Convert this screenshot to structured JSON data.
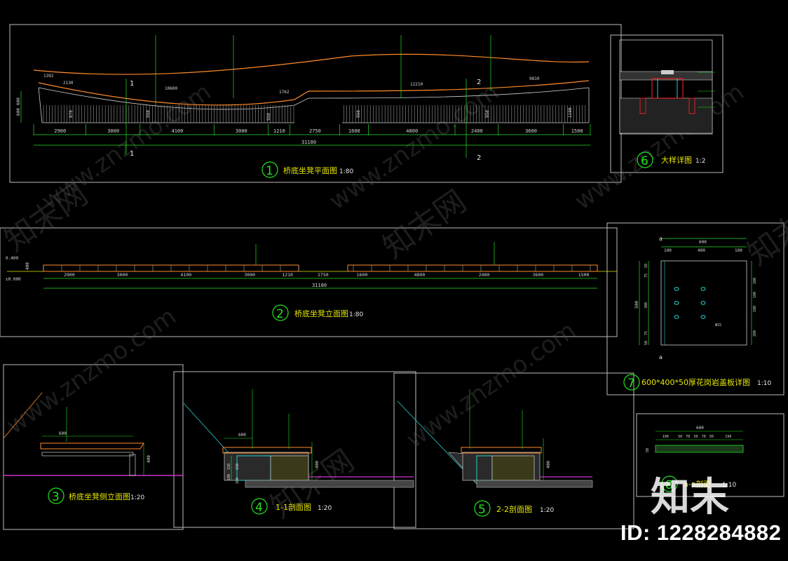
{
  "colors": {
    "frame": "#ffffff",
    "green": "#22e022",
    "orange": "#ff8a2a",
    "yellow": "#e6e600",
    "cyan": "#25d0d0",
    "red": "#e02020",
    "magenta": "#cc33cc"
  },
  "panel1": {
    "num": "1",
    "title": "桥底坐凳平面图",
    "scale": "1:80",
    "dims_bottom": [
      "2900",
      "3000",
      "4100",
      "3000",
      "1210",
      "2750",
      "1600",
      "4800",
      "2400",
      "3600",
      "1500"
    ],
    "total": "31180",
    "dims_top": [
      "1392",
      "2130",
      "10600",
      "1762",
      "12210",
      "9810"
    ],
    "left_dims": [
      "600",
      "600"
    ],
    "section_marks": [
      "1",
      "1",
      "2",
      "2"
    ],
    "inner_dims": [
      "870",
      "950",
      "950",
      "950",
      "950",
      "1190"
    ]
  },
  "panel2": {
    "num": "2",
    "title": "桥底坐凳立面图",
    "scale": "1:80",
    "levels": [
      "0.400",
      "±0.000"
    ],
    "dims": [
      "2900",
      "3000",
      "4100",
      "3000",
      "1210",
      "2750",
      "1600",
      "4800",
      "2400",
      "3600",
      "1500"
    ],
    "total": "31180",
    "side_dim": "400"
  },
  "panel3": {
    "num": "3",
    "title": "桥底坐凳侧立面图",
    "scale": "1:20",
    "dims": [
      "600",
      "400"
    ]
  },
  "panel4": {
    "num": "4",
    "title": "1-1剖面图",
    "scale": "1:20",
    "dims": [
      "600",
      "150",
      "100",
      "150",
      "200",
      "400"
    ]
  },
  "panel5": {
    "num": "5",
    "title": "2-2剖面图",
    "scale": "1:20",
    "dims": [
      "400"
    ]
  },
  "panel6": {
    "num": "6",
    "title": "大样详图",
    "scale": "1:2"
  },
  "panel7": {
    "num": "7",
    "title": "600*400*50厚花岗岩盖板详图",
    "scale": "1:10",
    "top_dims": [
      "100",
      "400",
      "100"
    ],
    "top_total": "600",
    "left_dims": [
      "50",
      "75",
      "300",
      "75",
      "50"
    ],
    "left_total": "500",
    "right_dims": [
      "200",
      "100",
      "100",
      "200"
    ],
    "mark": "a",
    "hole_label": "Φ15"
  },
  "panel8": {
    "num": "8",
    "title": "a-a剖面",
    "scale": "1:10",
    "dims": [
      "190",
      "50",
      "70",
      "50",
      "70",
      "50",
      "190"
    ],
    "total": "600",
    "side": "50"
  },
  "watermarks": [
    "www.znzmo.com",
    "www.znzmo.com",
    "www.znzmo.com",
    "www.znzmo.com",
    "www.znzmo.com",
    "知末网",
    "知末网",
    "知末网",
    "知末网"
  ],
  "brand": {
    "logo": "知末",
    "id": "ID: 1228284882"
  }
}
